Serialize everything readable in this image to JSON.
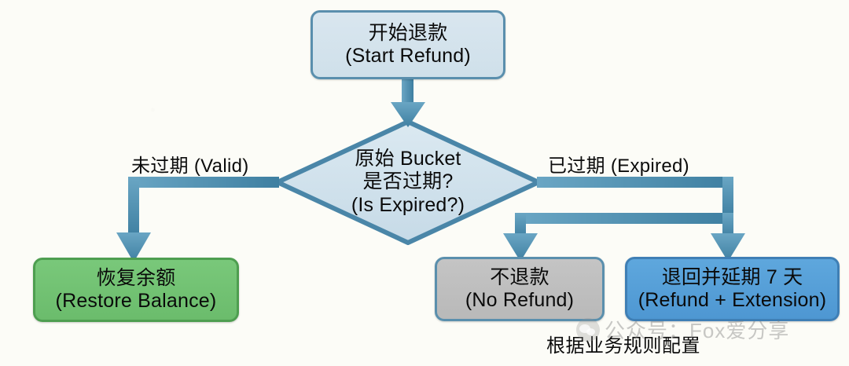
{
  "diagram": {
    "type": "flowchart",
    "title_visible": false,
    "background_color": "#fcfcf7",
    "accent_color": "#4a86a8",
    "nodes": {
      "start": {
        "shape": "rounded-rect",
        "line1": "开始退款",
        "line2": "(Start Refund)",
        "fill": "#d4e3ec",
        "border": "#5a8fad"
      },
      "decision": {
        "shape": "diamond",
        "line1": "原始 Bucket",
        "line2": "是否过期?",
        "line3": "(Is Expired?)",
        "fill": "#cfe0ea",
        "border": "#4a86a8"
      },
      "restore": {
        "shape": "rounded-rect",
        "line1": "恢复余额",
        "line2": "(Restore Balance)",
        "fill": "#6fc270",
        "border": "#4e9e50"
      },
      "no_refund": {
        "shape": "rounded-rect",
        "line1": "不退款",
        "line2": "(No Refund)",
        "fill": "#bfbfbf",
        "border": "#5a8fad"
      },
      "extension": {
        "shape": "rounded-rect",
        "line1": "退回并延期 7 天",
        "line2": "(Refund + Extension)",
        "fill": "#539ed6",
        "border": "#3f7fb5"
      }
    },
    "edges": {
      "start_to_decision": {
        "label": ""
      },
      "decision_left": {
        "label": "未过期 (Valid)",
        "target": "restore"
      },
      "decision_right": {
        "label": "已过期 (Expired)",
        "targets": [
          "no_refund",
          "extension"
        ]
      }
    },
    "caption": "根据业务规则配置",
    "watermark": {
      "text": "公众号：Fox爱分享",
      "logo": "wechat-logo"
    }
  }
}
